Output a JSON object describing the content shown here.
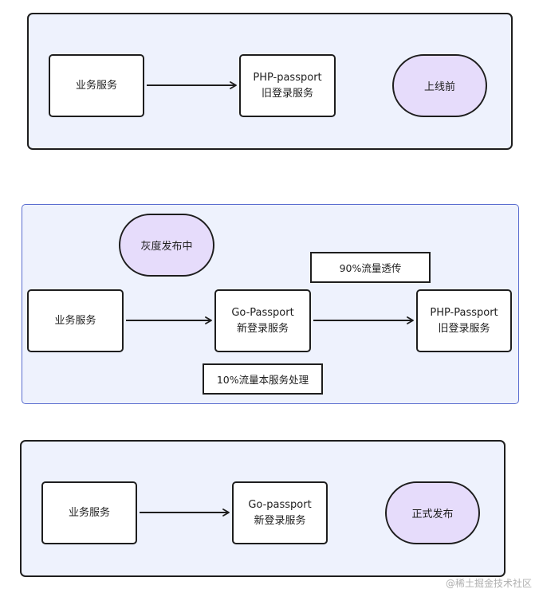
{
  "stages": {
    "before": {
      "label": "上线前",
      "caller": "业务服务",
      "target": {
        "line1": "PHP-passport",
        "line2": "旧登录服务"
      }
    },
    "gray": {
      "label": "灰度发布中",
      "caller": "业务服务",
      "middle": {
        "line1": "Go-Passport",
        "line2": "新登录服务"
      },
      "target": {
        "line1": "PHP-Passport",
        "line2": "旧登录服务"
      },
      "passthrough_note": "90%流量透传",
      "local_note": "10%流量本服务处理"
    },
    "release": {
      "label": "正式发布",
      "caller": "业务服务",
      "target": {
        "line1": "Go-passport",
        "line2": "新登录服务"
      }
    }
  },
  "watermark": "@稀土掘金技术社区",
  "colors": {
    "panel_fill": "#eef2fd",
    "pill_fill": "#e6dcfb",
    "stroke": "#1e1e1e"
  }
}
